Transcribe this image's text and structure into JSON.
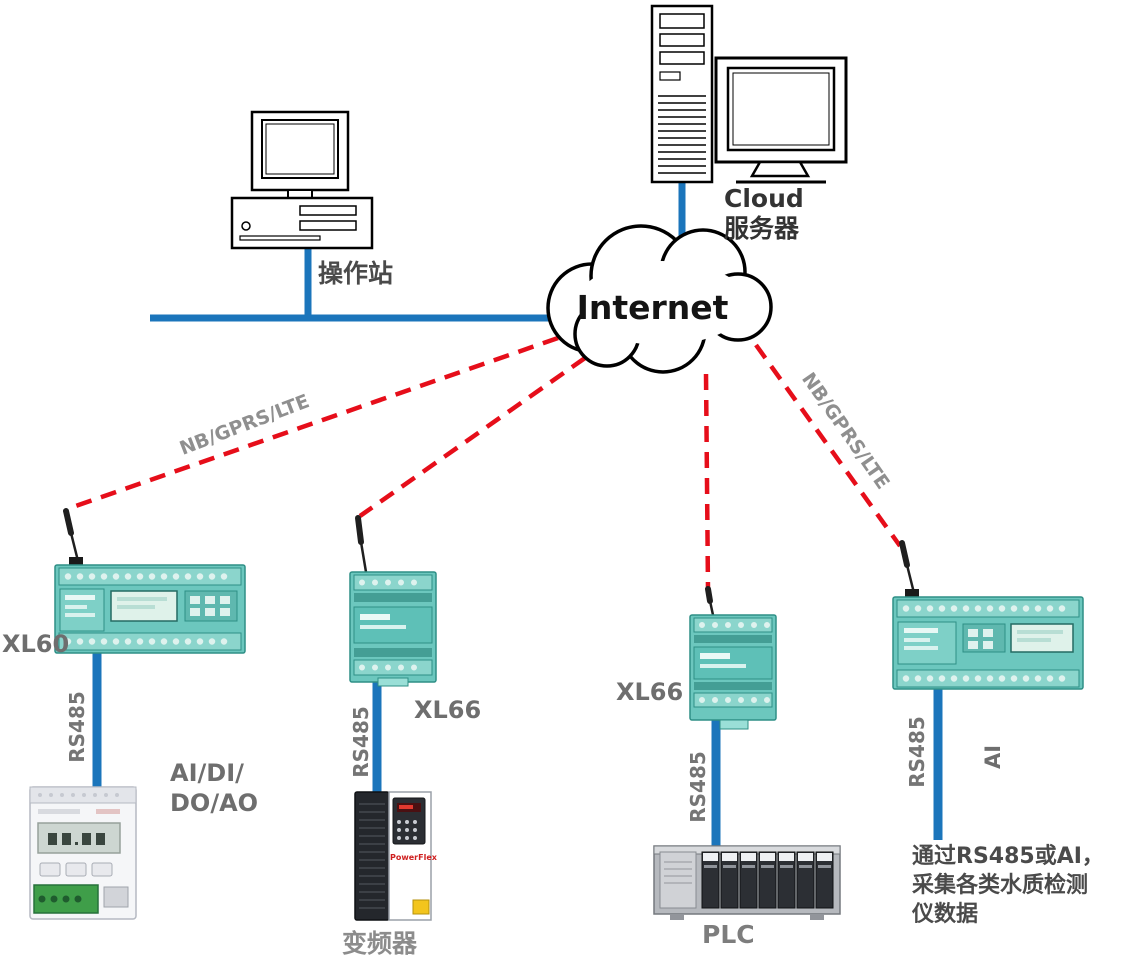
{
  "colors": {
    "bus_blue": "#1b75bb",
    "wireless_red": "#e60e1a",
    "device_teal": "#6cc7be",
    "label_gray": "#6e6e6e"
  },
  "top": {
    "operator_station": {
      "label": "操作站"
    },
    "cloud_server": {
      "label_lines": [
        "Cloud",
        "服务器"
      ]
    },
    "internet": {
      "label": "Internet"
    }
  },
  "wireless": {
    "left_label": "NB/GPRS/LTE",
    "right_label": "NB/GPRS/LTE"
  },
  "nodes": {
    "xl60": {
      "name": "XL60",
      "bus": "RS485",
      "io_lines": [
        "AI/DI/",
        "DO/AO"
      ]
    },
    "xl66_vfd": {
      "name": "XL66",
      "bus": "RS485",
      "target": "变频器"
    },
    "xl66_plc": {
      "name": "XL66",
      "bus": "RS485",
      "target": "PLC"
    },
    "rtu_right": {
      "bus": "RS485",
      "ai": "AI",
      "note_lines": [
        "通过RS485或AI，",
        "采集各类水质检测",
        "仪数据"
      ]
    }
  },
  "devices": {
    "vfd_brand": "PowerFlex"
  }
}
